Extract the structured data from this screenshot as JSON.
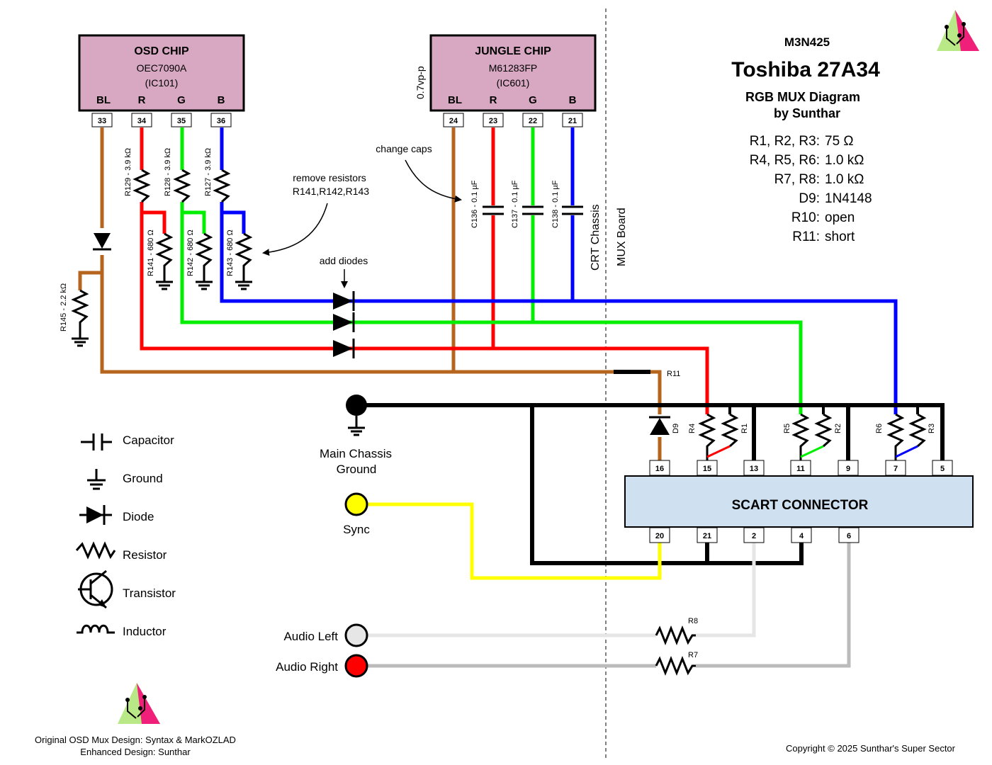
{
  "title": {
    "model": "M3N425",
    "name": "Toshiba 27A34",
    "subtitle1": "RGB MUX Diagram",
    "subtitle2": "by Sunthar"
  },
  "specs": [
    {
      "label": "R1, R2, R3:",
      "value": "75 Ω"
    },
    {
      "label": "R4, R5, R6:",
      "value": "1.0 kΩ"
    },
    {
      "label": "R7, R8:",
      "value": "1.0 kΩ"
    },
    {
      "label": "D9:",
      "value": "1N4148"
    },
    {
      "label": "R10:",
      "value": "open"
    },
    {
      "label": "R11:",
      "value": "short"
    }
  ],
  "osd_chip": {
    "title": "OSD CHIP",
    "part": "OEC7090A",
    "ref": "(IC101)",
    "pins": [
      {
        "label": "BL",
        "num": "33"
      },
      {
        "label": "R",
        "num": "34"
      },
      {
        "label": "G",
        "num": "35"
      },
      {
        "label": "B",
        "num": "36"
      }
    ]
  },
  "jungle_chip": {
    "title": "JUNGLE CHIP",
    "part": "M61283FP",
    "ref": "(IC601)",
    "side_label": "0.7vp-p",
    "pins": [
      {
        "label": "BL",
        "num": "24"
      },
      {
        "label": "R",
        "num": "23"
      },
      {
        "label": "G",
        "num": "22"
      },
      {
        "label": "B",
        "num": "21"
      }
    ]
  },
  "components": {
    "r129": "R129 - 3.9 kΩ",
    "r128": "R128 - 3.9 kΩ",
    "r127": "R127 - 3.9 kΩ",
    "r141": "R141 - 680 Ω",
    "r142": "R142 - 680 Ω",
    "r143": "R143 - 680 Ω",
    "r145": "R145 - 2.2 kΩ",
    "c136": "C136 - 0.1 µF",
    "c137": "C137 - 0.1 µF",
    "c138": "C138 - 0.1 µF",
    "r11": "R11",
    "d9": "D9",
    "r1": "R1",
    "r2": "R2",
    "r3": "R3",
    "r4": "R4",
    "r5": "R5",
    "r6": "R6",
    "r7": "R7",
    "r8": "R8"
  },
  "annotations": {
    "change_caps": "change caps",
    "remove_resistors_1": "remove resistors",
    "remove_resistors_2": "R141,R142,R143",
    "add_diodes": "add diodes",
    "crt_chassis": "CRT Chassis",
    "mux_board": "MUX Board"
  },
  "scart": {
    "title": "SCART CONNECTOR",
    "top_pins": [
      "16",
      "15",
      "13",
      "11",
      "9",
      "7",
      "5"
    ],
    "bottom_pins": [
      "20",
      "21",
      "2",
      "4",
      "6"
    ]
  },
  "connectors": {
    "ground": "Main Chassis",
    "ground2": "Ground",
    "sync": "Sync",
    "audio_left": "Audio Left",
    "audio_right": "Audio Right"
  },
  "legend": [
    "Capacitor",
    "Ground",
    "Diode",
    "Resistor",
    "Transistor",
    "Inductor"
  ],
  "credits": {
    "line1": "Original OSD Mux Design: Syntax & MarkOZLAD",
    "line2": "Enhanced Design: Sunthar",
    "copyright": "Copyright © 2025 Sunthar's Super Sector"
  },
  "colors": {
    "chip_fill": "#d8a8c3",
    "scart_fill": "#cfe0f0",
    "brown": "#b5651d",
    "red": "#ff0000",
    "green": "#00ee00",
    "blue": "#0000ff",
    "yellow": "#ffff00",
    "light_gray": "#e6e6e6",
    "gray": "#bbbbbb",
    "black": "#000000"
  }
}
